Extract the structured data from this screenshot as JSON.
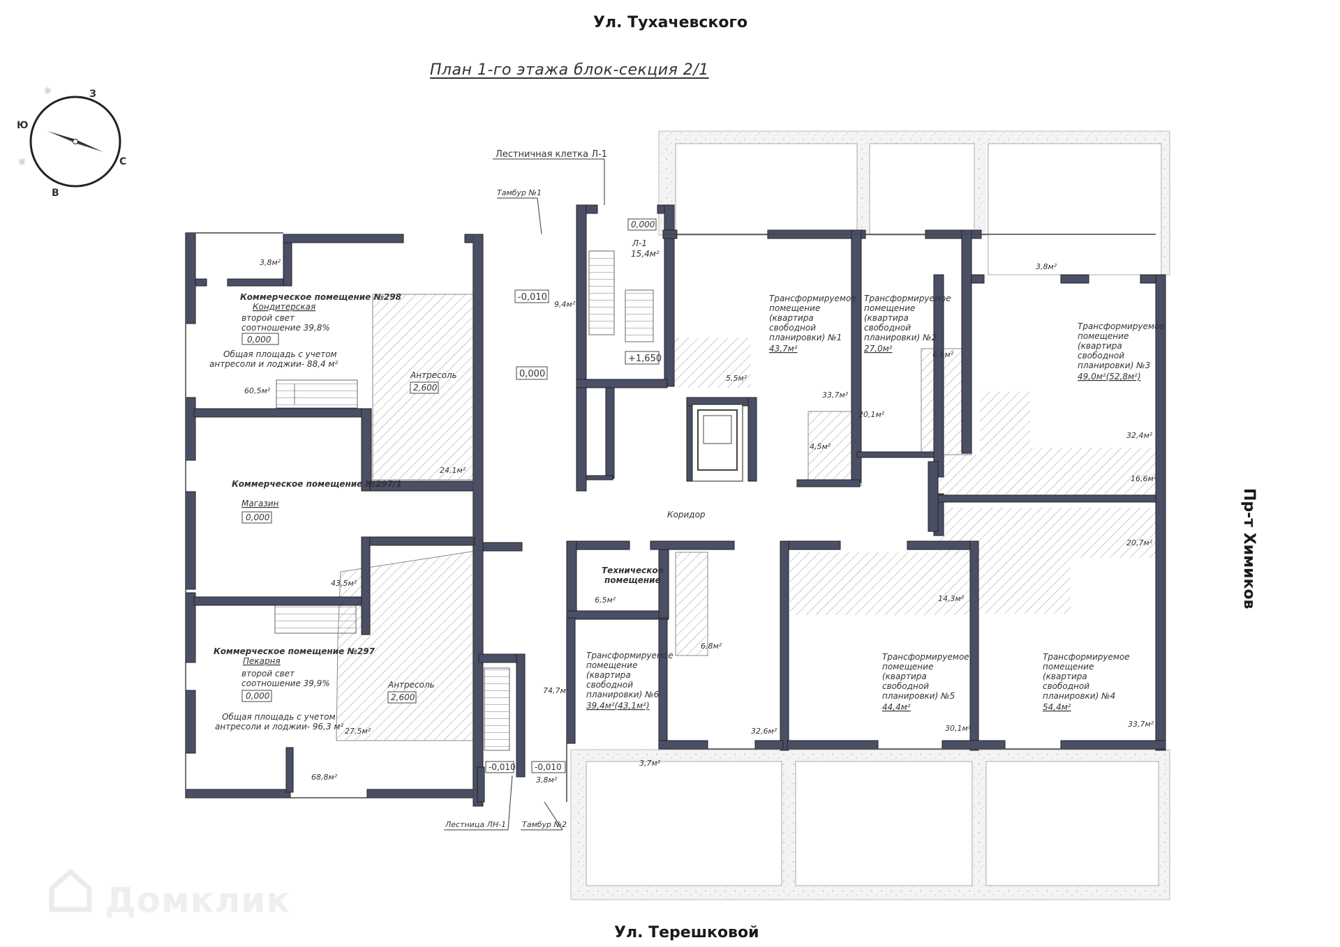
{
  "streets": {
    "top": "Ул. Тухачевского",
    "bottom": "Ул. Терешковой",
    "right": "Пр-т Химиков"
  },
  "plan_title": "План  1-го этажа блок-секция 2/1",
  "watermark": "Домклик",
  "compass": {
    "n": "С",
    "s": "Ю",
    "e": "В",
    "w": "З"
  },
  "labels": {
    "stair_l1": "Лестничная клетка Л-1",
    "tambur1": "Тамбур №1",
    "tambur2": "Тамбур №2",
    "stair_ln1": "Лестница ЛН-1",
    "corridor": "Коридор",
    "tech_room": "Техническое",
    "tech_room2": "помещение",
    "l1": "Л-1",
    "l1_area": "15,4м²"
  },
  "commercial": {
    "c298_title": "Коммерческое помещение №298",
    "c298_sub": "Кондитерская",
    "c298_light": "второй свет",
    "c298_ratio": "соотношение 39,8%",
    "c298_level": "0,000",
    "c298_total1": "Общая площадь с учетом",
    "c298_total2": "антресоли и лоджии- 88,4 м²",
    "c297_1_title": "Коммерческое помещение №297/1",
    "c297_1_sub": "Магазин",
    "c297_1_level": "0,000",
    "c297_title": "Коммерческое помещение №297",
    "c297_sub": "Пекарня",
    "c297_light": "второй свет",
    "c297_ratio": "соотношение 39,9%",
    "c297_level": "0,000",
    "c297_total1": "Общая площадь с учетом",
    "c297_total2": "антресоли и лоджии- 96,3 м²",
    "antresol": "Антресоль",
    "antresol_level": "2,600"
  },
  "apartments": {
    "a1": [
      "Трансформируемое",
      "помещение",
      "(квартира",
      "свободной",
      "планировки) №1",
      "43,7м²"
    ],
    "a2": [
      "Трансформируемое",
      "помещение",
      "(квартира",
      "свободной",
      "планировки) №2",
      "27,0м²"
    ],
    "a3": [
      "Трансформируемое",
      "помещение",
      "(квартира",
      "свободной",
      "планировки) №3",
      "49,0м²(52,8м²)"
    ],
    "a4": [
      "Трансформируемое",
      "помещение",
      "(квартира",
      "свободной",
      "планировки) №4",
      "54,4м²"
    ],
    "a5": [
      "Трансформируемое",
      "помещение",
      "(квартира",
      "свободной",
      "планировки) №5",
      "44,4м²"
    ],
    "a6": [
      "Трансформируемое",
      "помещение",
      "(квартира",
      "свободной",
      "планировки) №6",
      "39,4м²(43,1м²)"
    ]
  },
  "levels": {
    "l_0_000_top": "0,000",
    "l_m010_top": "-0,010",
    "l_hall": "0,000",
    "l_1650": "+1,650",
    "l_m010_b1": "-0,010",
    "l_m010_b2": "-0,010"
  },
  "areas": {
    "a_38_tl": "3,8м²",
    "a_605": "60,5м²",
    "a_241": "24,1м²",
    "a_435": "43,5м²",
    "a_688": "68,8м²",
    "a_275": "27,5м²",
    "a_94": "9,4м²",
    "a_55": "5,5м²",
    "a_337a": "33,7м²",
    "a_45": "4,5м²",
    "a_201": "20,1м²",
    "a_69": "6,9м²",
    "a_38_tr": "3,8м²",
    "a_324": "32,4м²",
    "a_166": "16,6м²",
    "a_207": "20,7м²",
    "a_143": "14,3м²",
    "a_65": "6,5м²",
    "a_68": "6,8м²",
    "a_747": "74,7м²",
    "a_326": "32,6м²",
    "a_301": "30,1м²",
    "a_337b": "33,7м²",
    "a_37": "3,7м²",
    "a_38_b": "3,8м²"
  }
}
